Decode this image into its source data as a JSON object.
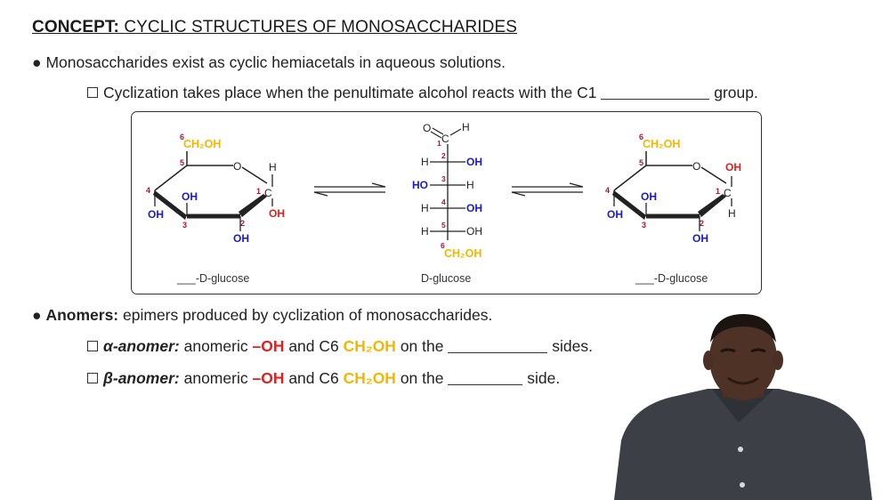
{
  "title": {
    "prefix": "CONCEPT:",
    "text": "CYCLIC STRUCTURES OF MONOSACCHARIDES"
  },
  "bullet1": {
    "text": "Monosaccharides exist as cyclic hemiacetals in aqueous solutions."
  },
  "sub1": {
    "text_before": "Cyclization takes place when the penultimate alcohol reacts with the C1",
    "text_after": "group."
  },
  "diagram": {
    "left_caption": "___-D-glucose",
    "center_caption": "D-glucose",
    "right_caption": "___-D-glucose",
    "ch2oh": "CH₂OH",
    "oh": "OH",
    "ho": "HO",
    "h": "H",
    "o": "O",
    "c": "C",
    "numbers": {
      "n1": "1",
      "n2": "2",
      "n3": "3",
      "n4": "4",
      "n5": "5",
      "n6": "6"
    }
  },
  "bullet2": {
    "term": "Anomers:",
    "text": "epimers produced by cyclization of monosaccharides."
  },
  "alpha": {
    "term": "α-anomer:",
    "t1": "anomeric",
    "oh": "–OH",
    "t2": "and C6",
    "ch2oh": "CH₂OH",
    "t3": "on the",
    "t4": "sides."
  },
  "beta": {
    "term": "β-anomer:",
    "t1": "anomeric",
    "oh": "–OH",
    "t2": "and C6",
    "ch2oh": "CH₂OH",
    "t3": "on the",
    "t4": "side."
  },
  "colors": {
    "red_number": "#b0123a",
    "blue_oh": "#1a1ac8",
    "red_oh": "#e02020",
    "gold": "#f0b800"
  }
}
